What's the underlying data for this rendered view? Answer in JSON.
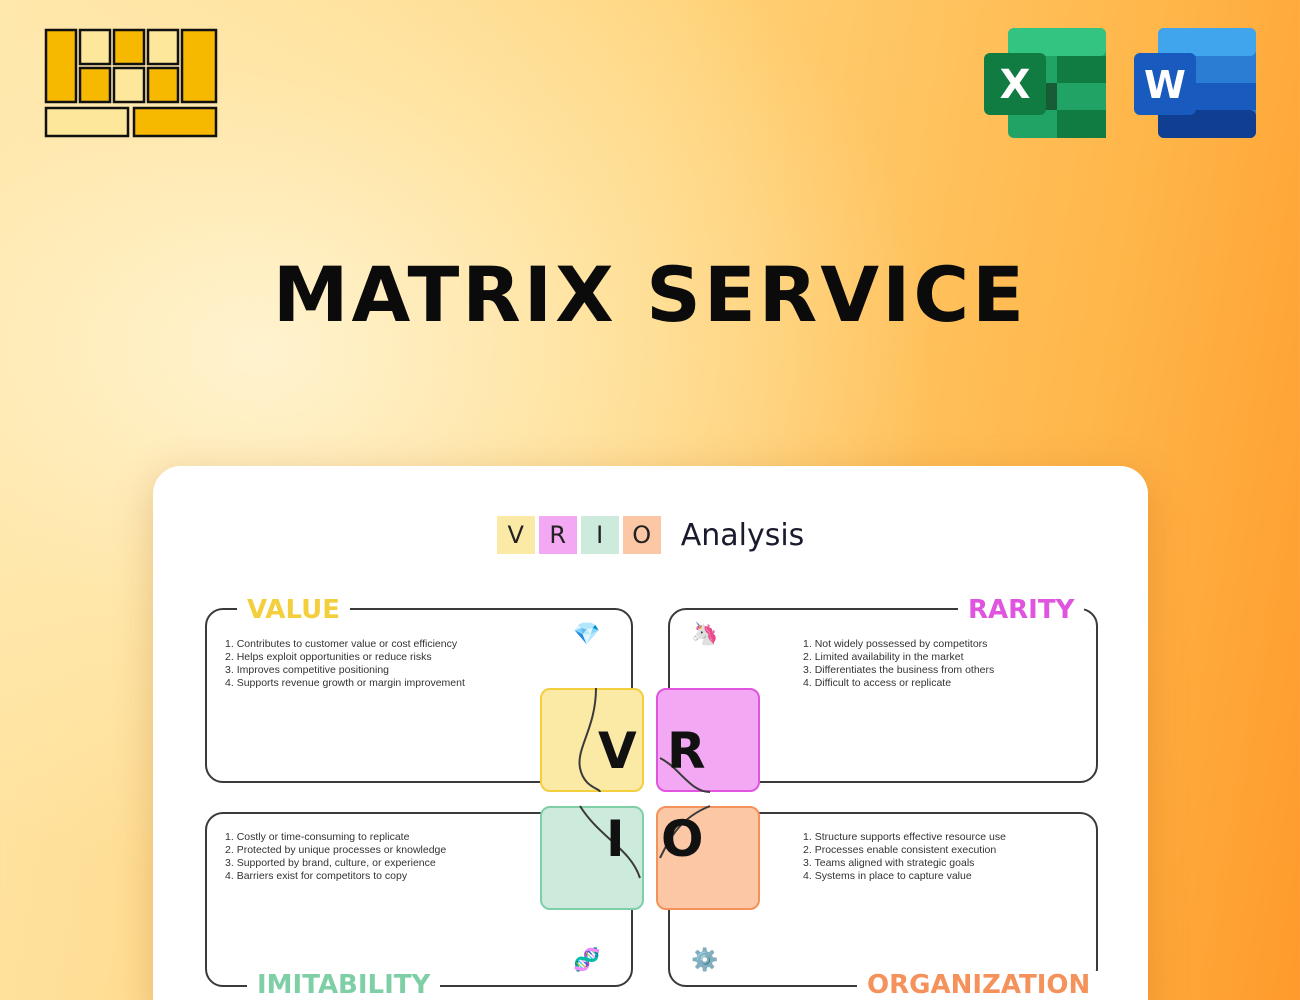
{
  "headline": "MATRIX SERVICE",
  "apps": {
    "excel_letter": "X",
    "word_letter": "W"
  },
  "vrio": {
    "tiles": [
      "V",
      "R",
      "I",
      "O"
    ],
    "title": "Analysis",
    "center_letters": [
      "V",
      "R",
      "I",
      "O"
    ]
  },
  "quadrants": {
    "value": {
      "label": "VALUE",
      "icon": "gem-icon",
      "items": [
        "Contributes to customer value or cost efficiency",
        "Helps exploit opportunities or reduce risks",
        "Improves competitive positioning",
        "Supports revenue growth or margin improvement"
      ]
    },
    "rarity": {
      "label": "RARITY",
      "icon": "unicorn-icon",
      "items": [
        "Not widely possessed by competitors",
        "Limited availability in the market",
        "Differentiates the business from others",
        "Difficult to access or replicate"
      ]
    },
    "imitability": {
      "label": "IMITABILITY",
      "icon": "dna-icon",
      "items": [
        "Costly or time-consuming to replicate",
        "Protected by unique processes or knowledge",
        "Supported by brand, culture, or experience",
        "Barriers exist for competitors to copy"
      ]
    },
    "organization": {
      "label": "ORGANIZATION",
      "icon": "gear-icon",
      "items": [
        "Structure supports effective resource use",
        "Processes enable consistent execution",
        "Teams aligned with strategic goals",
        "Systems in place to capture value"
      ]
    }
  },
  "colors": {
    "value": "#f3cf3e",
    "rarity": "#e055e0",
    "imitability": "#7fcfa6",
    "organization": "#f5915a",
    "value_fill": "#fbe9a6",
    "rarity_fill": "#f3a8f3",
    "imitability_fill": "#cdebdc",
    "organization_fill": "#fbc7a4",
    "brand_yellow": "#f7b800"
  }
}
